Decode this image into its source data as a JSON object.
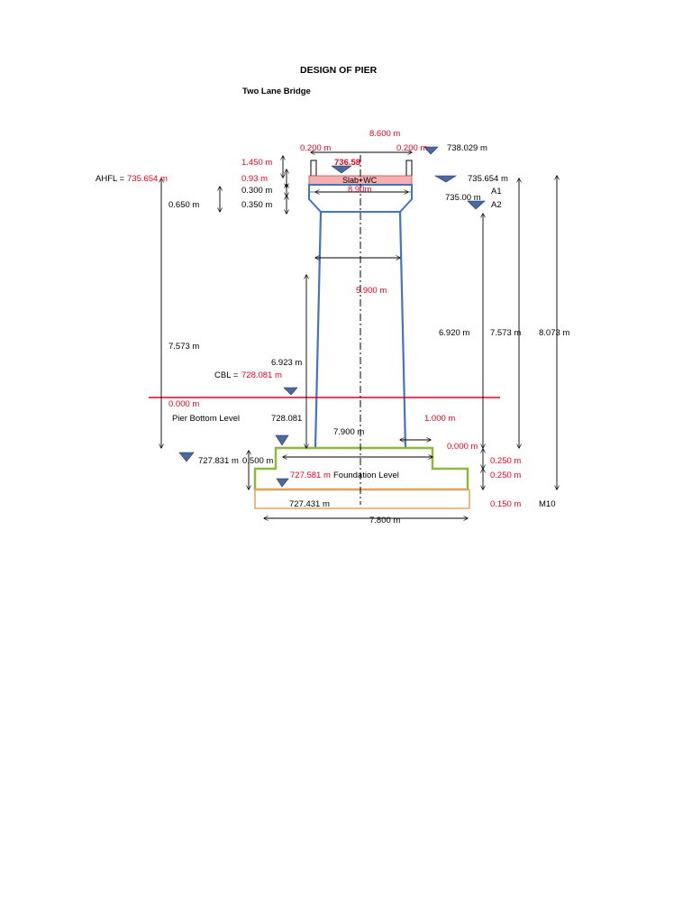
{
  "title": "DESIGN OF PIER",
  "subtitle": "Two Lane Bridge",
  "colors": {
    "red": "#e8001c",
    "pier": "#4472c4",
    "footing": "#8fb83a",
    "pcc": "#e8a060",
    "slab": "#f4b0b0"
  },
  "labels": {
    "top_width": "8.600 m",
    "left_kerb": "0.200 m",
    "right_kerb": "0.200 m",
    "deck_level": "738.029 m",
    "road_level": "736.58",
    "depth_1450": "1.450 m",
    "depth_093": "0.93 m",
    "depth_0300": "0.300 m",
    "depth_0350": "0.350 m",
    "depth_0650": "0.650 m",
    "ahfl_label": "AHFL =",
    "ahfl_value": "735.654 m",
    "hfl_right": "735.654 m",
    "bearing_level": "735.00 m",
    "a1": "A1",
    "a2": "A2",
    "slab_text": "Slab+WC",
    "cap_width": "8.90m",
    "pier_width": "5.900 m",
    "h_6920": "6.920 m",
    "h_7573_right": "7.573 m",
    "h_8073": "8.073 m",
    "h_7573_left": "7.573 m",
    "h_6923": "6.923 m",
    "cbl_label": "CBL =",
    "cbl_value": "728.081 m",
    "zero_left": "0.000 m",
    "pier_bottom": "Pier Bottom Level",
    "pier_bottom_value": "728.081",
    "base_width": "7.900 m",
    "offset_1000": "1.000 m",
    "zero_right": "0.000 m",
    "level_727831": "727.831 m",
    "depth_0500": "0.500 m",
    "level_727581": "727.581 m",
    "foundation_level": "Foundation Level",
    "d_0250_a": "0.250 m",
    "d_0250_b": "0.250 m",
    "level_727431": "727.431 m",
    "d_0150": "0.150 m",
    "m10": "M10",
    "bottom_width": "7.800 m"
  }
}
